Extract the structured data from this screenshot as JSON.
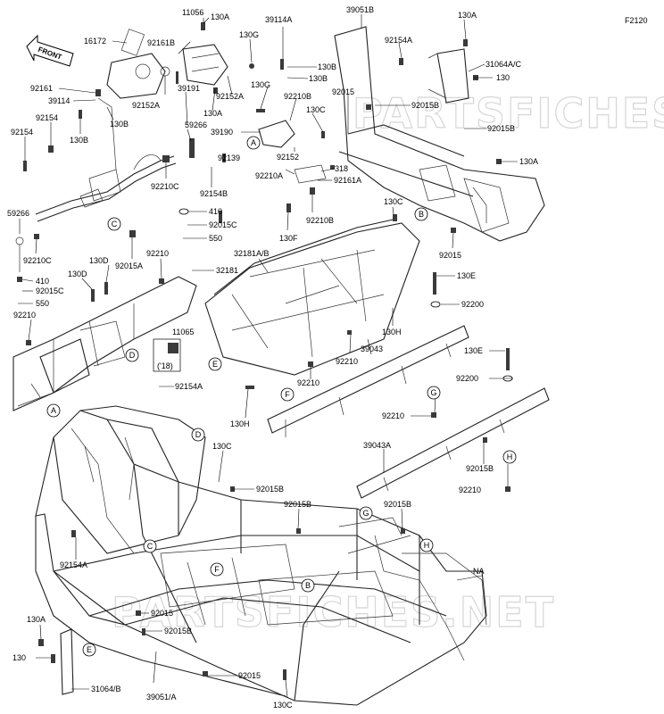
{
  "figure_number": "F2120",
  "front_arrow_label": "FRONT",
  "watermark": "PARTSFICHES.NET",
  "callouts": [
    "A",
    "A",
    "B",
    "B",
    "C",
    "C",
    "D",
    "D",
    "E",
    "E",
    "F",
    "F",
    "G",
    "G",
    "H",
    "H"
  ],
  "parts": {
    "p11056": "11056",
    "p130A_1": "130A",
    "p39114A": "39114A",
    "p39051B": "39051B",
    "p130A_2": "130A",
    "p16172": "16172",
    "p92161B": "92161B",
    "p130G_1": "130G",
    "p130B_1": "130B",
    "p92154A_1": "92154A",
    "p31064AC": "31064A/C",
    "p130_1": "130",
    "p92161": "92161",
    "p130B_2": "130B",
    "p92152A_1": "92152A",
    "p39191": "39191",
    "p92152A_2": "92152A",
    "p130G_2": "130G",
    "p92210B_1": "92210B",
    "p92015_1": "92015",
    "p92015B_1": "92015B",
    "p39114": "39114",
    "p130A_3": "130A",
    "p130C_1": "130C",
    "p130B_3": "130B",
    "p92154_1": "92154",
    "p59266_1": "59266",
    "p92015B_2": "92015B",
    "p39190": "39190",
    "p92154_2": "92154",
    "p130B_4": "130B",
    "p92152": "92152",
    "p318": "318",
    "p130A_4": "130A",
    "p92139": "92139",
    "p92210A": "92210A",
    "p92161A": "92161A",
    "p92210C_1": "92210C",
    "p92154B": "92154B",
    "p92210B_2": "92210B",
    "p130C_2": "130C",
    "p410_1": "410",
    "p59266_2": "59266",
    "p92015C_1": "92015C",
    "p550_1": "550",
    "p130F": "130F",
    "p92015_2": "92015",
    "p92210C_2": "92210C",
    "p92015A": "92015A",
    "p92210_1": "92210",
    "p32181AB": "32181A/B",
    "p130D_1": "130D",
    "p130D_2": "130D",
    "p32181": "32181",
    "p130E_1": "130E",
    "p410_2": "410",
    "p92015C_2": "92015C",
    "p550_2": "550",
    "p92200_1": "92200",
    "p92210_2": "92210",
    "p130H_1": "130H",
    "p11065": "11065",
    "p18": "('18)",
    "p39043": "39043",
    "p92210_3": "92210",
    "p130E_2": "130E",
    "p92200_2": "92200",
    "p92210_4": "92210",
    "p92154A_2": "92154A",
    "p130H_2": "130H",
    "p92210_5": "92210",
    "p130C_3": "130C",
    "p39043A": "39043A",
    "p92015B_3": "92015B",
    "p92210_6": "92210",
    "p92015B_4": "92015B",
    "p92015B_5": "92015B",
    "p92015B_6": "92015B",
    "p92154A_3": "92154A",
    "pNA": "NA",
    "p130A_5": "130A",
    "p92015_3": "92015",
    "p92015B_7": "92015B",
    "p130_2": "130",
    "p92015_4": "92015",
    "p31064B": "31064/B",
    "p39051A": "39051/A",
    "p130C_4": "130C"
  }
}
